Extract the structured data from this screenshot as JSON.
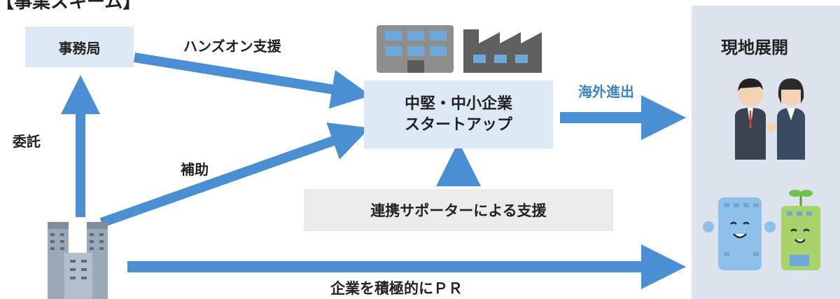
{
  "header": {
    "bracket_text": "【事業スキーム】"
  },
  "boxes": {
    "secretariat": "事務局",
    "target_line1": "中堅・中小企業",
    "target_line2": "スタートアップ",
    "supporters": "連携サポーターによる支援",
    "local_title": "現地展開"
  },
  "edge_labels": {
    "handson": "ハンズオン支援",
    "consign": "委託",
    "subsidy": "補助",
    "overseas": "海外進出",
    "pr": "企業を積極的にＰＲ"
  },
  "colors": {
    "arrow": "#4a8fd4",
    "light_box": "#dde9f5",
    "gray_box": "#ebebeb",
    "side_panel": "#dde3ec",
    "overseas_text": "#3b82c9"
  }
}
